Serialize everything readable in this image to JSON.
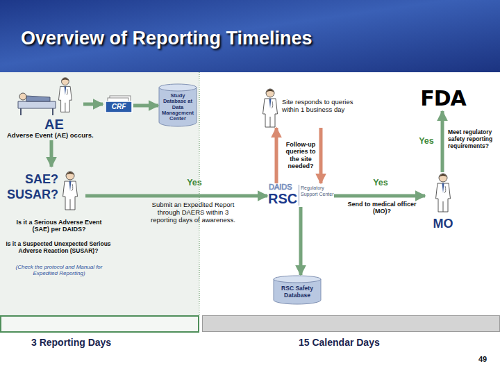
{
  "diagram": {
    "title": "Overview of Reporting Timelines",
    "nodes": [
      {
        "text": [
          "AE",
          "Adverse Event (AE) occurs."
        ]
      },
      {
        "text": [
          "CRF"
        ]
      },
      {
        "text": [
          "Study Database at Data Management Center"
        ]
      },
      {
        "text": [
          "SAE? SUSAR?",
          "Is it a Serious Adverse Event (SAE) per DAIDS?",
          "Is it a Suspected Unexpected Serious Adverse Reaction (SUSAR)?",
          "(Check the protocol and Manual for Expedited Reporting)"
        ]
      },
      {
        "text": [
          "Site responds to queries within 1 business day"
        ]
      },
      {
        "text": [
          "DAIDS",
          "RSC",
          "Regulatory Support Center"
        ]
      },
      {
        "text": [
          "RSC Safety Database"
        ]
      },
      {
        "text": [
          "MO"
        ]
      },
      {
        "text": [
          "FDA"
        ]
      },
      {
        "text": [
          "3 Reporting Days"
        ]
      },
      {
        "text": [
          "15 Calendar Days"
        ]
      }
    ],
    "edges": [
      {
        "from": 0,
        "to": 1,
        "arrow": "to"
      },
      {
        "from": 1,
        "to": 2,
        "arrow": "to"
      },
      {
        "from": 0,
        "to": 3,
        "arrow": "to"
      },
      {
        "from": 3,
        "to": 5,
        "label": "Yes",
        "arrow": "to"
      },
      {
        "from": 5,
        "to": 4,
        "label": "Follow-up queries to the site needed?",
        "arrow": "to"
      },
      {
        "from": 4,
        "to": 5,
        "arrow": "to"
      },
      {
        "from": 5,
        "to": 6,
        "arrow": "to"
      },
      {
        "from": 5,
        "to": 7,
        "label": "Yes",
        "arrow": "to"
      },
      {
        "from": 7,
        "to": 8,
        "label": "Yes",
        "arrow": "to"
      }
    ],
    "labels": [
      "Submit an Expedited Report through DAERS within 3 reporting days of awareness.",
      "Send to medical officer (MO)?",
      "Meet regulatory safety reporting requirements?",
      "49"
    ]
  }
}
